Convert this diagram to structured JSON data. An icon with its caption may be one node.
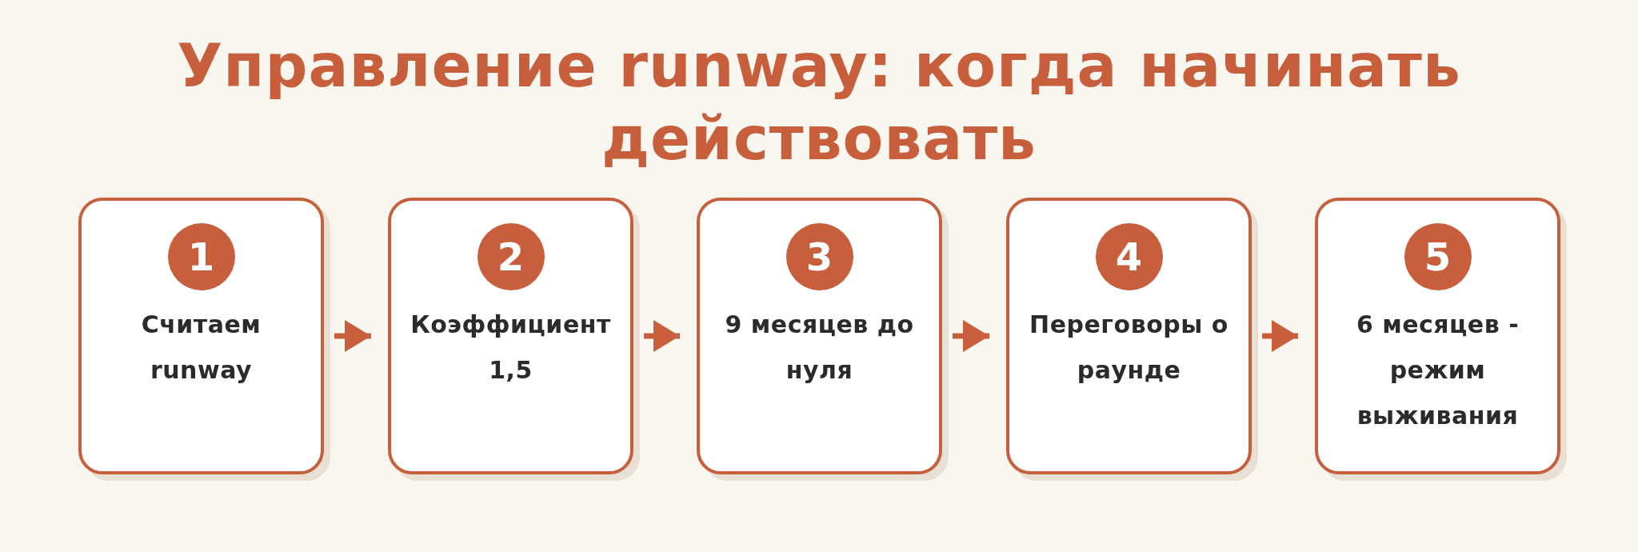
{
  "diagram": {
    "title": "Управление runway: когда начинать действовать",
    "nodes": [
      {
        "text": [
          "Считаем runway"
        ]
      },
      {
        "text": [
          "1"
        ],
        "in": 0
      },
      {
        "text": [
          "Коэффициент 1,5"
        ]
      },
      {
        "text": [
          "2"
        ],
        "in": 2
      },
      {
        "text": [
          "9 месяцев до нуля"
        ]
      },
      {
        "text": [
          "3"
        ],
        "in": 4
      },
      {
        "text": [
          "Переговоры о раунде"
        ]
      },
      {
        "text": [
          "4"
        ],
        "in": 6
      },
      {
        "text": [
          "6 месяцев - режим выживания"
        ]
      },
      {
        "text": [
          "5"
        ],
        "in": 8
      }
    ],
    "edges": [
      {
        "from": 0,
        "to": 2,
        "arrow": "to"
      },
      {
        "from": 2,
        "to": 4,
        "arrow": "to"
      },
      {
        "from": 4,
        "to": 6,
        "arrow": "to"
      },
      {
        "from": 6,
        "to": 8,
        "arrow": "to"
      }
    ]
  }
}
